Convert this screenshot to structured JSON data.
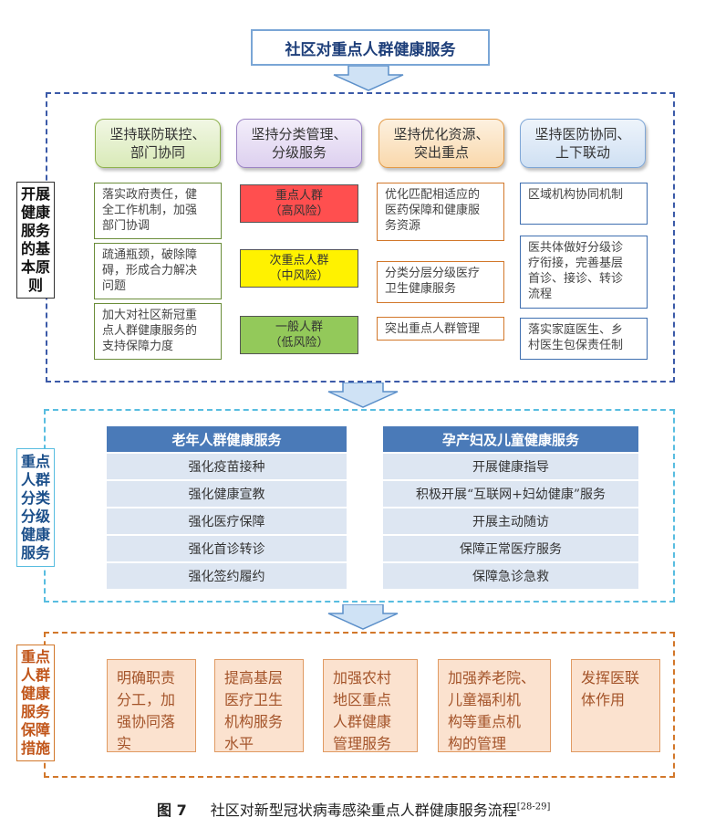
{
  "title": "社区对重点人群健康服务",
  "section1": {
    "side_label": "开展\n健康\n服务\n的基\n本原\n则",
    "columns": [
      {
        "header": "坚持联防联控、\n部门协同",
        "items": [
          "落实政府责任，健\n全工作机制，加强\n部门协调",
          "疏通瓶颈，破除障\n碍，形成合力解决\n问题",
          "加大对社区新冠重\n点人群健康服务的\n支持保障力度"
        ]
      },
      {
        "header": "坚持分类管理、\n分级服务",
        "items": [
          {
            "text": "重点人群\n（高风险）",
            "color": "#ff4f4f"
          },
          {
            "text": "次重点人群\n（中风险）",
            "color": "#fff200"
          },
          {
            "text": "一般人群\n（低风险）",
            "color": "#93c95a"
          }
        ]
      },
      {
        "header": "坚持优化资源、\n突出重点",
        "items": [
          "优化匹配相适应的\n医药保障和健康服\n务资源",
          "分类分层分级医疗\n卫生健康服务",
          "突出重点人群管理"
        ]
      },
      {
        "header": "坚持医防协同、\n上下联动",
        "items": [
          "区域机构协同机制",
          "医共体做好分级诊\n疗衔接，完善基层\n首诊、接诊、转诊\n流程",
          "落实家庭医生、乡\n村医生包保责任制"
        ]
      }
    ]
  },
  "section2": {
    "side_label": "重点\n人群\n分类\n分级\n健康\n服务",
    "left_table": {
      "header": "老年人群健康服务",
      "rows": [
        "强化疫苗接种",
        "强化健康宣教",
        "强化医疗保障",
        "强化首诊转诊",
        "强化签约履约"
      ]
    },
    "right_table": {
      "header": "孕产妇及儿童健康服务",
      "rows": [
        "开展健康指导",
        "积极开展“互联网+妇幼健康”服务",
        "开展主动随访",
        "保障正常医疗服务",
        "保障急诊急救"
      ]
    }
  },
  "section3": {
    "side_label": "重点\n人群\n健康\n服务\n保障\n措施",
    "measures": [
      "明确职责\n分工，加\n强协同落\n实",
      "提高基层\n医疗卫生\n机构服务\n水平",
      "加强农村\n地区重点\n人群健康\n管理服务",
      "加强养老院、\n儿童福利机\n构等重点机\n构的管理",
      "发挥医联\n体作用"
    ]
  },
  "caption": {
    "figure_label": "图 7",
    "text": "社区对新型冠状病毒感染重点人群健康服务流程",
    "ref": "[28-29]"
  }
}
